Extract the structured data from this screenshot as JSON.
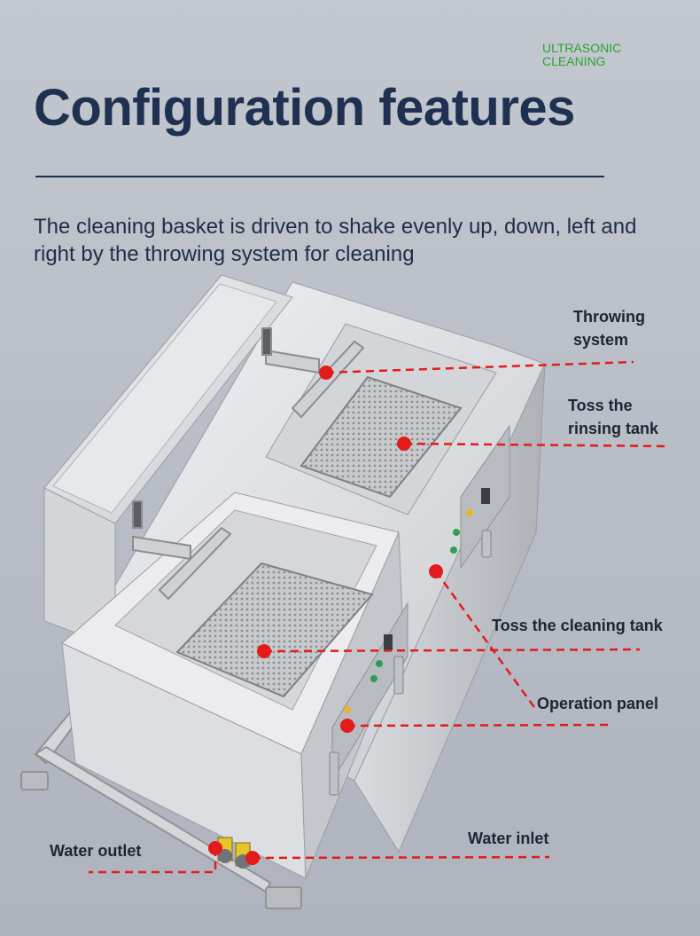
{
  "brand": "ULTRASONIC\nCLEANING",
  "title": "Configuration features",
  "subtitle": "The cleaning basket is driven to shake evenly up, down, left and right by the throwing system for cleaning",
  "labels": {
    "throwing_system": "Throwing\nsystem",
    "rinsing_tank": "Toss the\nrinsing tank",
    "cleaning_tank": "Toss the cleaning tank",
    "operation_panel": "Operation panel",
    "water_inlet": "Water inlet",
    "water_outlet": "Water outlet"
  },
  "colors": {
    "title": "#1f3150",
    "brand": "#2aa52f",
    "marker": "#e41b1b"
  }
}
